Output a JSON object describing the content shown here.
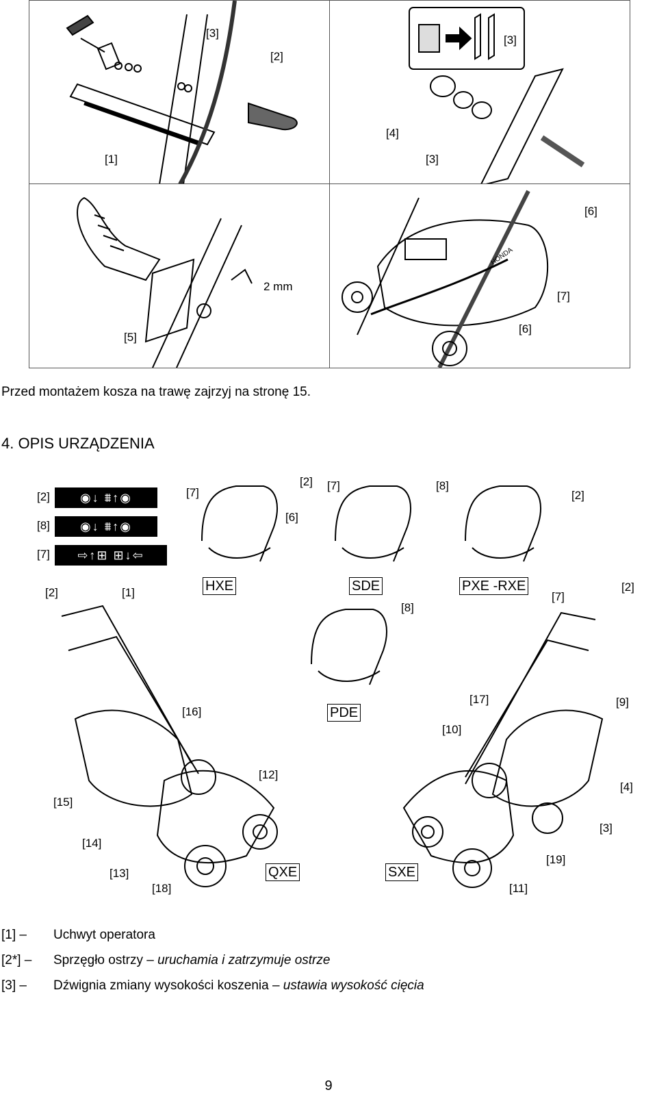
{
  "figure": {
    "top_left": {
      "labels": {
        "l1": "[1]",
        "l2": "[2]",
        "l3": "[3]"
      }
    },
    "top_right": {
      "labels": {
        "l3a": "[3]",
        "l3b": "[3]",
        "l4": "[4]"
      }
    },
    "bottom_left": {
      "labels": {
        "l5": "[5]",
        "gap": "2 mm"
      }
    },
    "bottom_right": {
      "labels": {
        "l6a": "[6]",
        "l6b": "[6]",
        "l7": "[7]"
      },
      "brand": "HONDA"
    }
  },
  "caption": "Przed montażem kosza na trawę zajrzyj na stronę 15.",
  "section_heading": "4.  OPIS URZĄDZENIA",
  "diagram": {
    "icon_rows": [
      {
        "label": "[2]",
        "glyphs": "◉↓ ⩩↑◉"
      },
      {
        "label": "[8]",
        "glyphs": "◉↓ ⩩↑◉"
      },
      {
        "label": "[7]",
        "glyphs": "⇨↑⊞ ⊞↓⇦"
      }
    ],
    "models": {
      "hxe": "HXE",
      "sde": "SDE",
      "pxe_rxe": "PXE -RXE",
      "pde": "PDE",
      "qxe": "QXE",
      "sxe": "SXE"
    },
    "callouts": {
      "c_hxe_7": "[7]",
      "c_hxe_2": "[2]",
      "c_hxe_6": "[6]",
      "c_sde_7": "[7]",
      "c_sde_8": "[8]",
      "c_pxe_2": "[2]",
      "c_pde_8": "[8]",
      "c_q_2": "[2]",
      "c_q_1": "[1]",
      "c_q_16": "[16]",
      "c_q_12": "[12]",
      "c_q_15": "[15]",
      "c_q_14": "[14]",
      "c_q_13": "[13]",
      "c_q_18": "[18]",
      "c_s_7": "[7]",
      "c_s_2": "[2]",
      "c_s_17": "[17]",
      "c_s_9": "[9]",
      "c_s_10": "[10]",
      "c_s_4": "[4]",
      "c_s_3": "[3]",
      "c_s_19": "[19]",
      "c_s_11": "[11]"
    }
  },
  "legend": [
    {
      "key": "[1] –",
      "text": "Uchwyt operatora",
      "italic": ""
    },
    {
      "key": "[2*] –",
      "text": "Sprzęgło ostrzy – ",
      "italic": "uruchamia i zatrzymuje ostrze"
    },
    {
      "key": "[3] –",
      "text": "Dźwignia zmiany wysokości koszenia – ",
      "italic": "ustawia wysokość cięcia"
    }
  ],
  "page_number": "9"
}
